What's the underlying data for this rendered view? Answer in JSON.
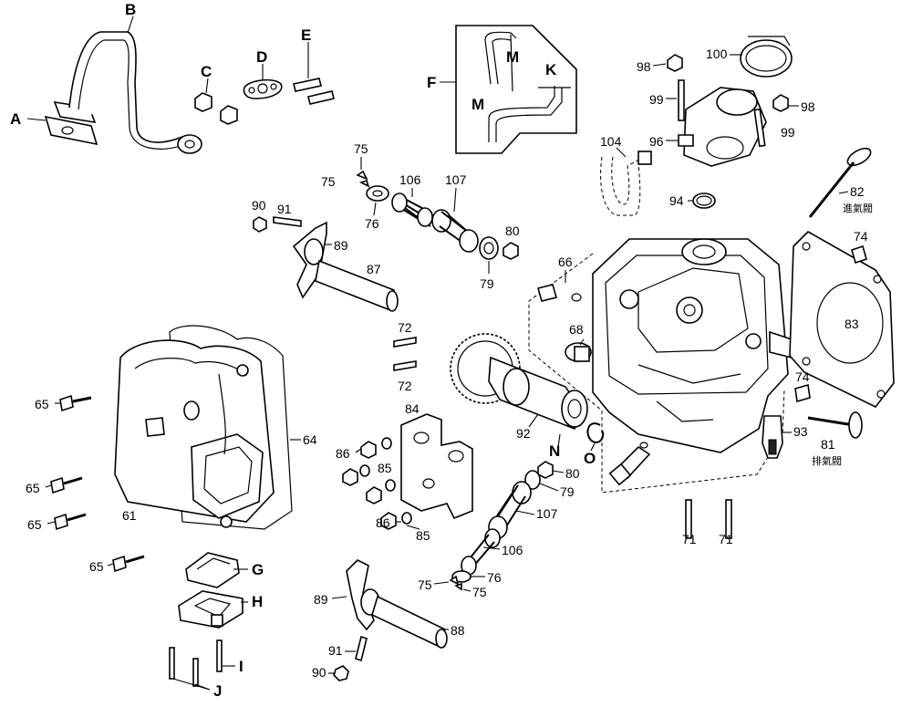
{
  "letters": {
    "A": "A",
    "B": "B",
    "C": "C",
    "D": "D",
    "E": "E",
    "F": "F",
    "G": "G",
    "H": "H",
    "I": "I",
    "J": "J",
    "K": "K",
    "M1": "M",
    "M2": "M",
    "N": "N",
    "O": "O"
  },
  "numbers": {
    "n61": "61",
    "n64": "64",
    "n65a": "65",
    "n65b": "65",
    "n65c": "65",
    "n65d": "65",
    "n66": "66",
    "n68": "68",
    "n71a": "71",
    "n71b": "71",
    "n72a": "72",
    "n72b": "72",
    "n74a": "74",
    "n74b": "74",
    "n75a": "75",
    "n75b": "75",
    "n75c": "75",
    "n75d": "75",
    "n76a": "76",
    "n76b": "76",
    "n79a": "79",
    "n79b": "79",
    "n80a": "80",
    "n80b": "80",
    "n81": "81",
    "n82": "82",
    "n83": "83",
    "n84": "84",
    "n85a": "85",
    "n85b": "85",
    "n86a": "86",
    "n86b": "86",
    "n87": "87",
    "n88": "88",
    "n89a": "89",
    "n89b": "89",
    "n90a": "90",
    "n90b": "90",
    "n91a": "91",
    "n91b": "91",
    "n92": "92",
    "n93": "93",
    "n94": "94",
    "n96": "96",
    "n98a": "98",
    "n98b": "98",
    "n99a": "99",
    "n99b": "99",
    "n100": "100",
    "n104": "104",
    "n106a": "106",
    "n106b": "106",
    "n107a": "107",
    "n107b": "107"
  },
  "captions": {
    "intake_valve": "進氣閥",
    "exhaust_valve": "排氣閥"
  }
}
